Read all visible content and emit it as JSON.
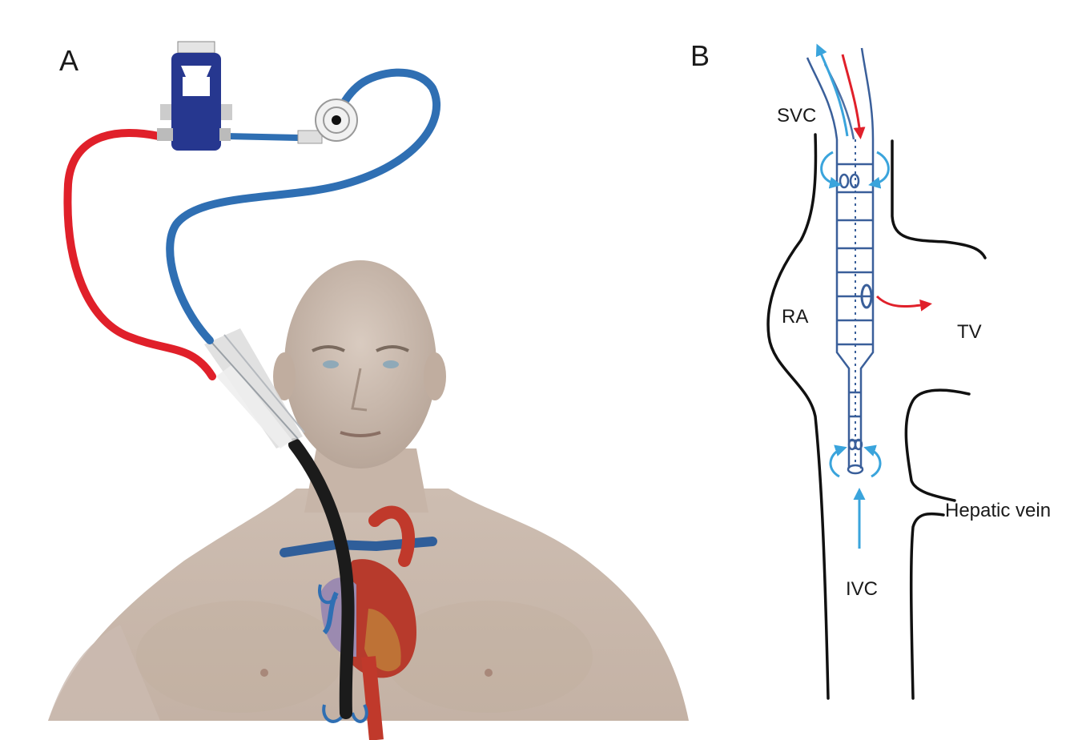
{
  "panels": {
    "a": {
      "letter": "A"
    },
    "b": {
      "letter": "B",
      "labels": {
        "svc": "SVC",
        "ra": "RA",
        "tv": "TV",
        "hepatic": "Hepatic vein",
        "ivc": "IVC"
      }
    }
  },
  "colors": {
    "oxygenated_line": "#e0202a",
    "deoxygenated_line": "#2f6fb3",
    "flow_arrow_light": "#3aa4dc",
    "cannula": "#3a5f9a",
    "vessel_outline": "#111111",
    "cannula_black": "#1b1b1b",
    "skin": "#c9b8ac"
  }
}
